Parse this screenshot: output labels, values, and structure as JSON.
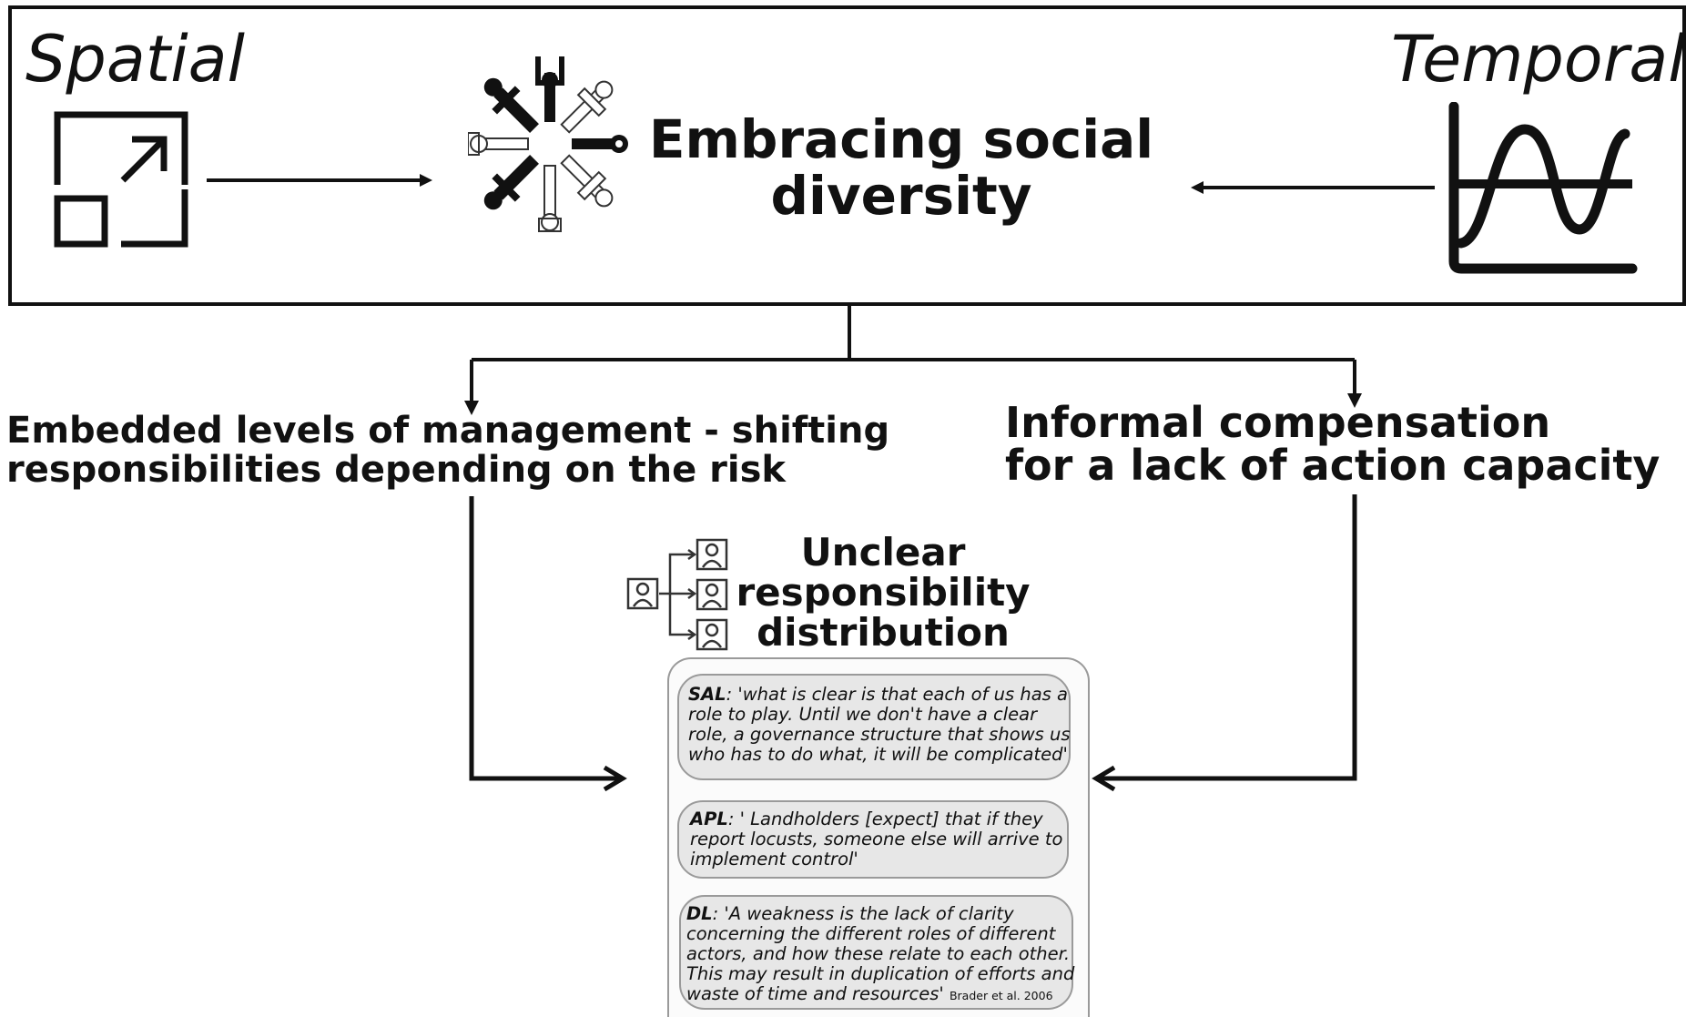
{
  "spatial_label": "Spatial",
  "temporal_label": "Temporal",
  "center_title": [
    "Embracing social",
    "diversity"
  ],
  "left_branch": [
    "Embedded levels of management - shifting",
    "responsibilities depending on the risk"
  ],
  "right_branch": [
    "Informal compensation",
    "for a lack of action capacity"
  ],
  "unclear_title": [
    "Unclear",
    "responsibility",
    "distribution"
  ],
  "quotes": [
    {
      "speaker": "SAL",
      "lines": [
        ": 'what is clear is that each of us has a",
        "role to play. Until we don't have a clear",
        "role, a governance structure that shows us",
        "who has to do what, it will be complicated'"
      ]
    },
    {
      "speaker": "APL",
      "lines": [
        ": ' Landholders [expect] that if they",
        "report locusts, someone else will arrive to",
        "implement control'"
      ]
    },
    {
      "speaker": "DL",
      "lines": [
        ": 'A weakness is the lack of clarity",
        "concerning the different roles of different",
        "actors, and how these relate to each other.",
        "This may result in duplication of efforts and",
        "waste of time and resources'"
      ],
      "citation": "Brader et al. 2006"
    }
  ],
  "icons": {
    "spatial": "expand-arrow-icon",
    "temporal": "sine-wave-graph-icon",
    "diversity": "people-circle-icon",
    "responsibility": "person-hierarchy-icon"
  }
}
